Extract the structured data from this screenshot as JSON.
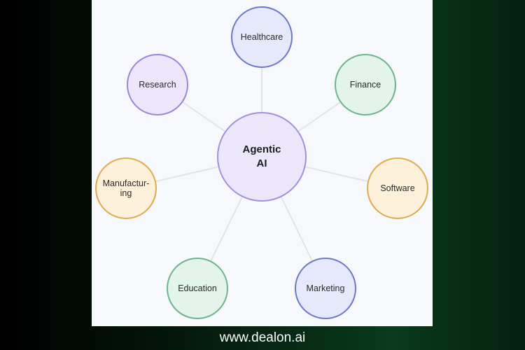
{
  "diagram": {
    "center": {
      "label": "Agentic\nAI",
      "fill": "#ece6fb",
      "border": "#a38fdc"
    },
    "nodes": [
      {
        "id": "healthcare",
        "label": "Healthcare",
        "color": "blue"
      },
      {
        "id": "finance",
        "label": "Finance",
        "color": "green"
      },
      {
        "id": "software",
        "label": "Software",
        "color": "orange"
      },
      {
        "id": "marketing",
        "label": "Marketing",
        "color": "blue"
      },
      {
        "id": "education",
        "label": "Education",
        "color": "green"
      },
      {
        "id": "manufacturing",
        "label": "Manufactur-\ning",
        "color": "orange"
      },
      {
        "id": "research",
        "label": "Research",
        "color": "purple"
      }
    ],
    "link_color": "#e1e3ea",
    "colors": {
      "purple": "#9b85d6",
      "blue": "#6d78c8",
      "green": "#6cb58c",
      "orange": "#e0ab4d"
    }
  },
  "footer": {
    "watermark": "www.dealon.ai"
  }
}
